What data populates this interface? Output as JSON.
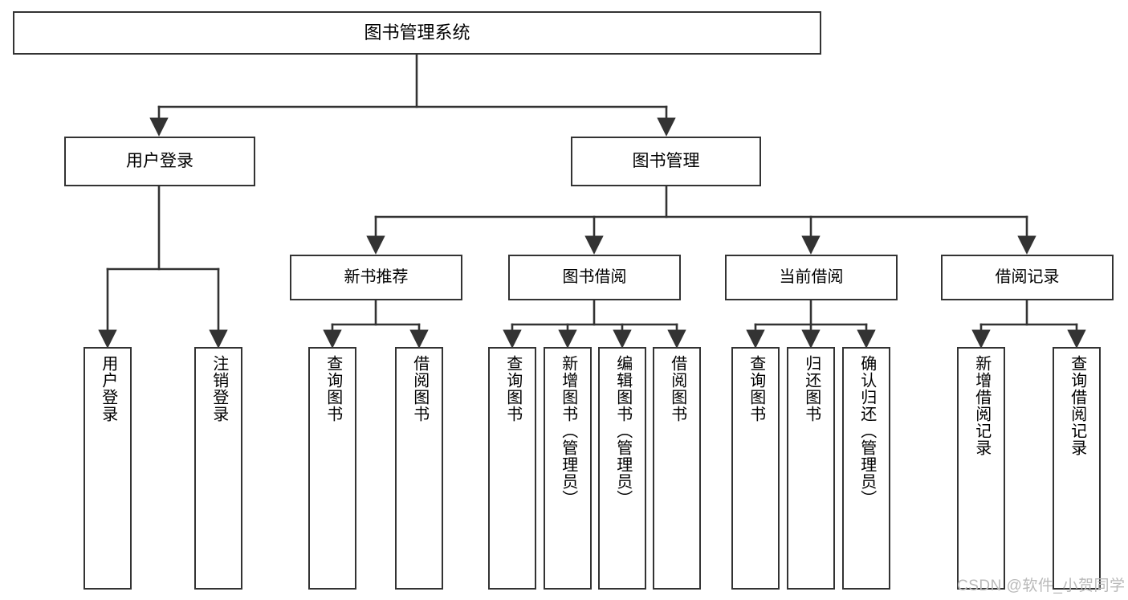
{
  "diagram": {
    "title": "图书管理系统",
    "style": {
      "box_border_color": "#333333",
      "box_fill_color": "#ffffff",
      "line_color": "#333333",
      "background_color": "#ffffff",
      "watermark_color": "#b9b9b9"
    },
    "root": {
      "label": "图书管理系统"
    },
    "level2": [
      {
        "label": "用户登录"
      },
      {
        "label": "图书管理"
      }
    ],
    "level3": [
      {
        "label": "新书推荐"
      },
      {
        "label": "图书借阅"
      },
      {
        "label": "当前借阅"
      },
      {
        "label": "借阅记录"
      }
    ],
    "leaves": {
      "user_login": [
        {
          "label": "用户登录"
        },
        {
          "label": "注销登录"
        }
      ],
      "new_book_recommend": [
        {
          "label": "查询图书"
        },
        {
          "label": "借阅图书"
        }
      ],
      "book_borrow": [
        {
          "label": "查询图书"
        },
        {
          "label": "新增图书（管理员）"
        },
        {
          "label": "编辑图书（管理员）"
        },
        {
          "label": "借阅图书"
        }
      ],
      "current_borrow": [
        {
          "label": "查询图书"
        },
        {
          "label": "归还图书"
        },
        {
          "label": "确认归还（管理员）"
        }
      ],
      "borrow_record": [
        {
          "label": "新增借阅记录"
        },
        {
          "label": "查询借阅记录"
        }
      ]
    }
  },
  "watermark": {
    "text": "CSDN @软件_小贺同学"
  }
}
